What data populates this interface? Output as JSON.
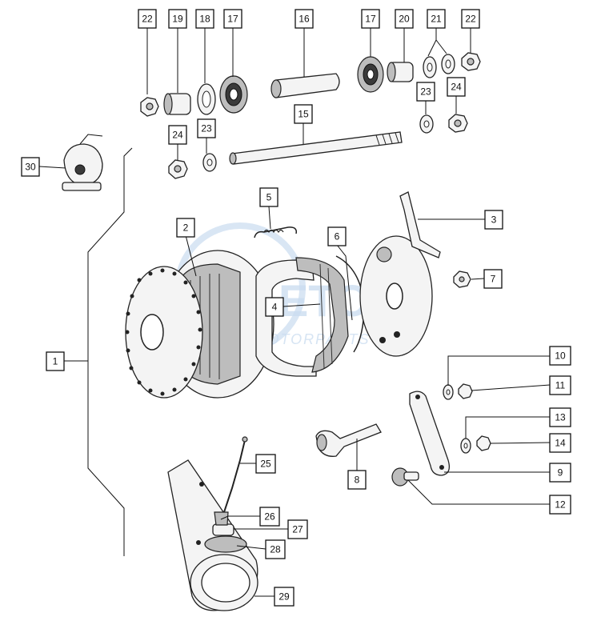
{
  "diagram": {
    "watermark": {
      "brand": "ETO",
      "sub": "MOTORPARTS",
      "color": "#c9dcf0"
    },
    "part_numbers": [
      "1",
      "2",
      "3",
      "4",
      "5",
      "6",
      "7",
      "8",
      "9",
      "10",
      "11",
      "12",
      "13",
      "14",
      "15",
      "16",
      "17",
      "17",
      "18",
      "19",
      "20",
      "21",
      "22",
      "22",
      "23",
      "23",
      "24",
      "24",
      "25",
      "26",
      "27",
      "28",
      "29",
      "30"
    ]
  }
}
